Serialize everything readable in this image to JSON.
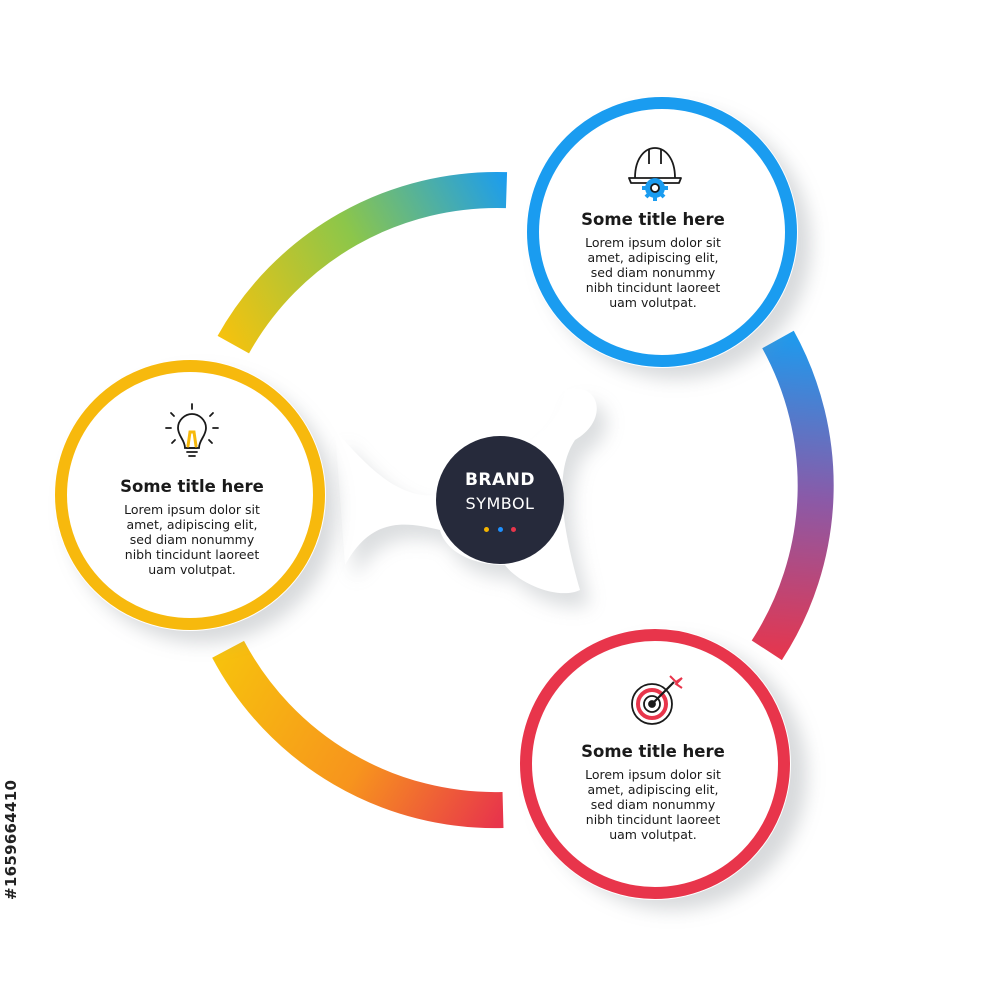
{
  "center": {
    "line1": "BRAND",
    "line2": "SYMBOL",
    "dot_colors": [
      "#f4b400",
      "#1e90ff",
      "#e8354b"
    ]
  },
  "cards": [
    {
      "icon": "construction-helmet-gear-icon",
      "color": "#1a9cf0",
      "title": "Some title here",
      "lines": [
        "Lorem ipsum dolor sit",
        "amet, adipiscing elit,",
        "sed diam nonummy",
        "nibh tincidunt laoreet",
        "uam volutpat."
      ]
    },
    {
      "icon": "light-bulb-icon",
      "color": "#f7b90d",
      "title": "Some title here",
      "lines": [
        "Lorem ipsum dolor sit",
        "amet, adipiscing elit,",
        "sed diam nonummy",
        "nibh tincidunt laoreet",
        "uam volutpat."
      ]
    },
    {
      "icon": "target-arrow-icon",
      "color": "#e8354b",
      "title": "Some title here",
      "lines": [
        "Lorem ipsum dolor sit",
        "amet, adipiscing elit,",
        "sed diam nonummy",
        "nibh tincidunt laoreet",
        "uam volutpat."
      ]
    }
  ],
  "colors": {
    "yellow": "#f7b90d",
    "orange": "#f7941d",
    "red": "#e8354b",
    "blue": "#1a9cf0",
    "dark": "#262a3b"
  },
  "watermark": "#1659664410"
}
